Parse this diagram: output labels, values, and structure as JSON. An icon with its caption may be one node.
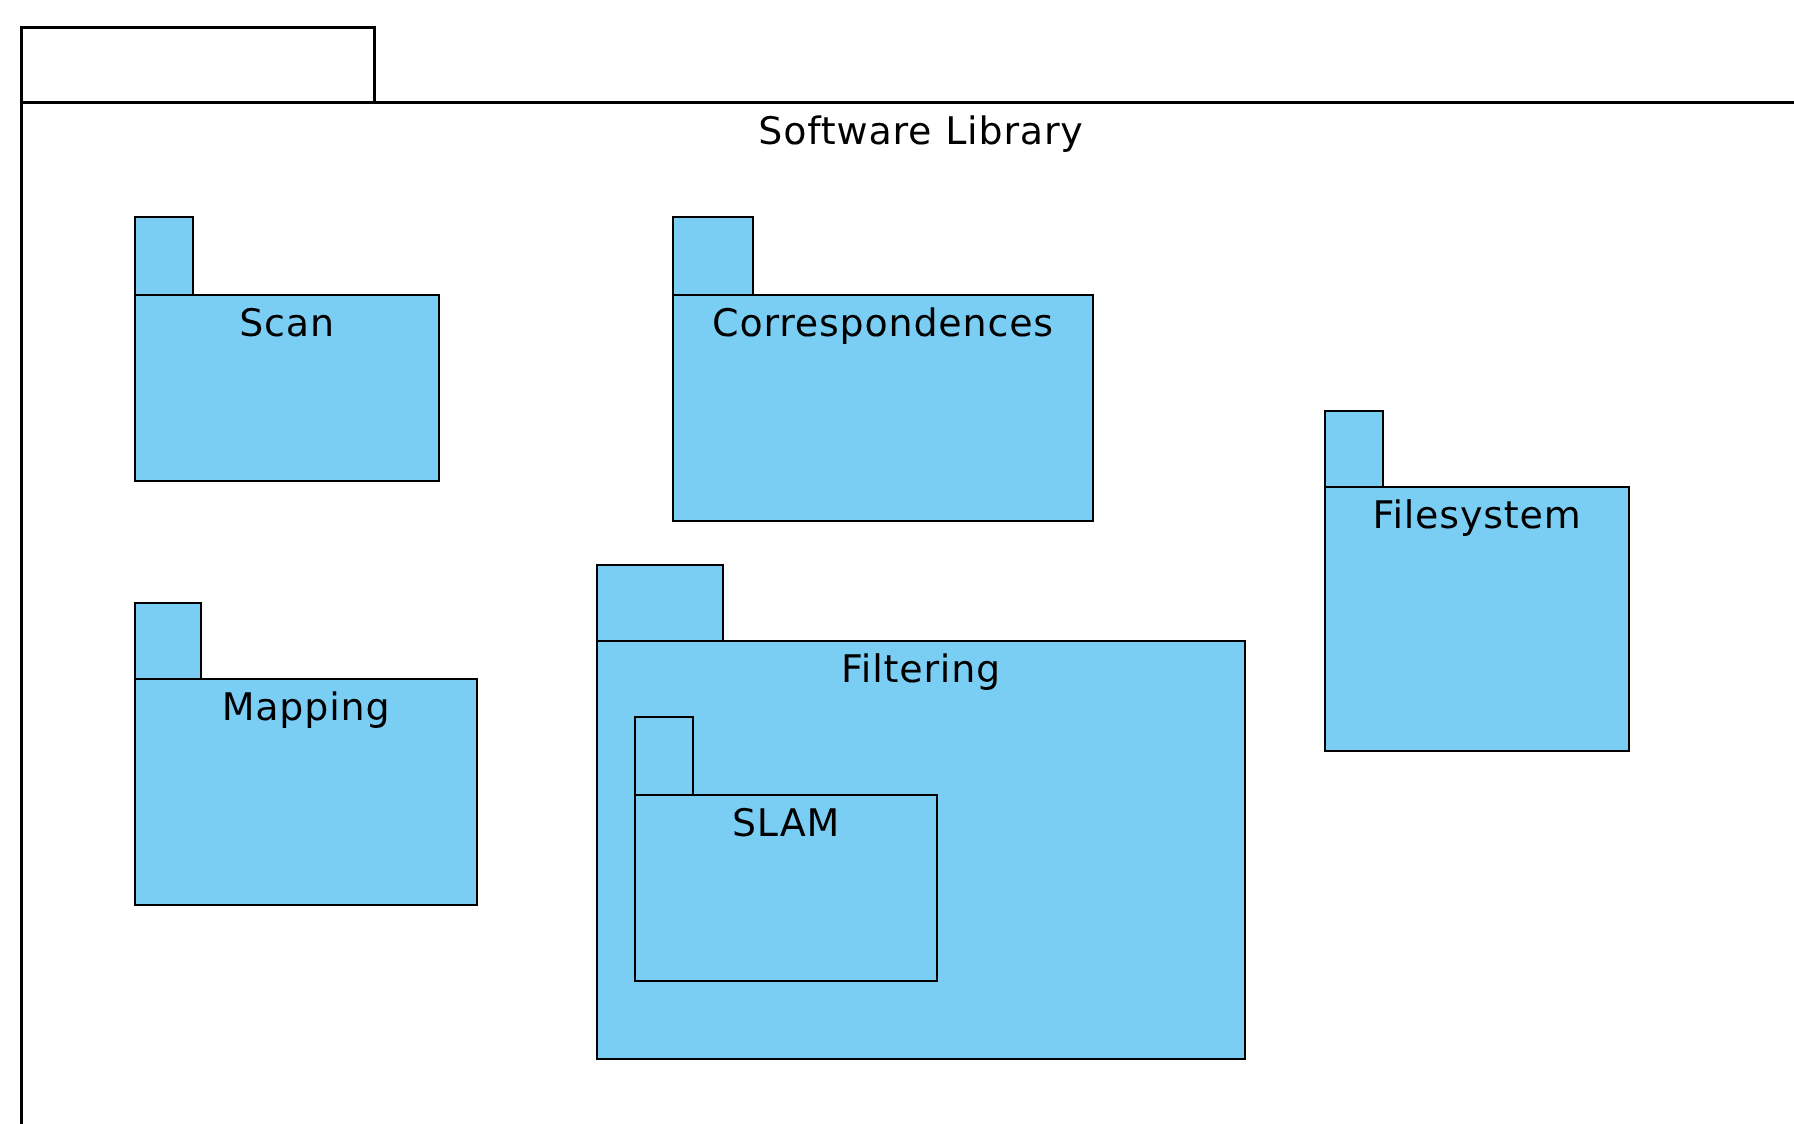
{
  "diagram": {
    "nodes": [
      {
        "text": [
          "Software Library"
        ]
      },
      {
        "text": [
          "Scan"
        ],
        "in": 0
      },
      {
        "text": [
          "Correspondences"
        ],
        "in": 0
      },
      {
        "text": [
          "Filesystem"
        ],
        "in": 0
      },
      {
        "text": [
          "Mapping"
        ],
        "in": 0
      },
      {
        "text": [
          "Filtering"
        ],
        "in": 0
      },
      {
        "text": [
          "SLAM"
        ],
        "in": 5
      }
    ]
  }
}
